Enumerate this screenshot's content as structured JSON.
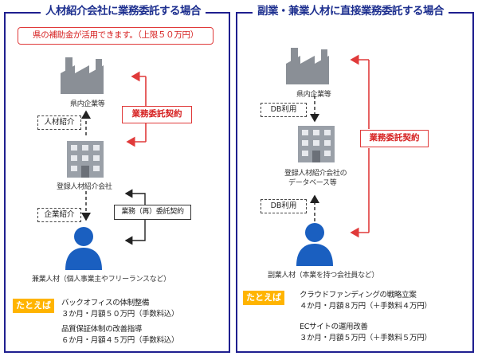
{
  "left": {
    "title": "人材紹介会社に業務委託する場合",
    "subsidy": "県の補助金が活用できます。（上限５０万円）",
    "company_label": "県内企業等",
    "agency_label": "登録人材紹介会社",
    "person_label": "兼業人材（個人事業主やフリーランスなど）",
    "referral_box": "人材紹介",
    "intro_box": "企業紹介",
    "contract_box": "業務委託契約",
    "subcontract_box": "業務（再）委託契約",
    "example_tag": "たとえば",
    "examples": [
      {
        "line1": "バックオフィスの体制整備",
        "line2": "３か月・月額５０万円（手数料込）"
      },
      {
        "line1": "品質保証体制の改善指導",
        "line2": "６か月・月額４５万円（手数料込）"
      }
    ]
  },
  "right": {
    "title": "副業・兼業人材に直接業務委託する場合",
    "company_label": "県内企業等",
    "db_label_line1": "登録人材紹介会社の",
    "db_label_line2": "データベース等",
    "person_label": "副業人材（本業を持つ会社員など）",
    "db_use_top": "DB利用",
    "db_use_bottom": "DB利用",
    "contract_box": "業務委託契約",
    "example_tag": "たとえば",
    "examples": [
      {
        "line1": "クラウドファンディングの戦略立案",
        "line2": "４か月・月額８万円（＋手数料４万円）"
      },
      {
        "line1": "ECサイトの運用改善",
        "line2": "３か月・月額５万円（＋手数料５万円）"
      }
    ]
  },
  "colors": {
    "frame": "#1f1f8f",
    "title": "#1d2f8f",
    "accent_red": "#e03a3a",
    "tag": "#ffb400",
    "icon_gray": "#8a8f96",
    "person_blue": "#1a5fc0"
  },
  "icons": [
    "factory-icon",
    "building-icon",
    "person-icon"
  ]
}
